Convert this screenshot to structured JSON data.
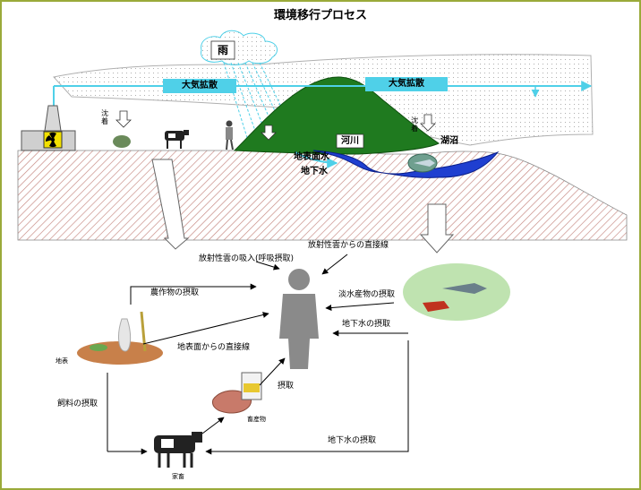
{
  "title": "環境移行プロセス",
  "top": {
    "rain": "雨",
    "atmos_diffusion_1": "大気拡散",
    "atmos_diffusion_2": "大気拡散",
    "deposition_1": "沈着",
    "deposition_2": "沈着",
    "river": "河川",
    "lake": "湖沼",
    "surface_water": "地表面水",
    "groundwater": "地下水"
  },
  "bottom": {
    "inhalation": "放射性雲の吸入(呼吸摂取)",
    "direct_from_cloud": "放射性雲からの直接線",
    "crop_intake": "農作物の摂取",
    "freshwater_intake": "淡水産物の摂取",
    "groundwater_intake_1": "地下水の摂取",
    "direct_from_surface": "地表面からの直接線",
    "ground_surface": "地表",
    "feed_intake": "飼料の摂取",
    "ingestion": "摂取",
    "livestock_products": "畜産物",
    "livestock": "家畜",
    "groundwater_intake_2": "地下水の摂取"
  },
  "colors": {
    "cyan": "#4fd0e8",
    "mountain": "#1f7a1f",
    "water": "#1f3fd0",
    "hatch": "#c4857e",
    "person": "#8a8a8a"
  }
}
